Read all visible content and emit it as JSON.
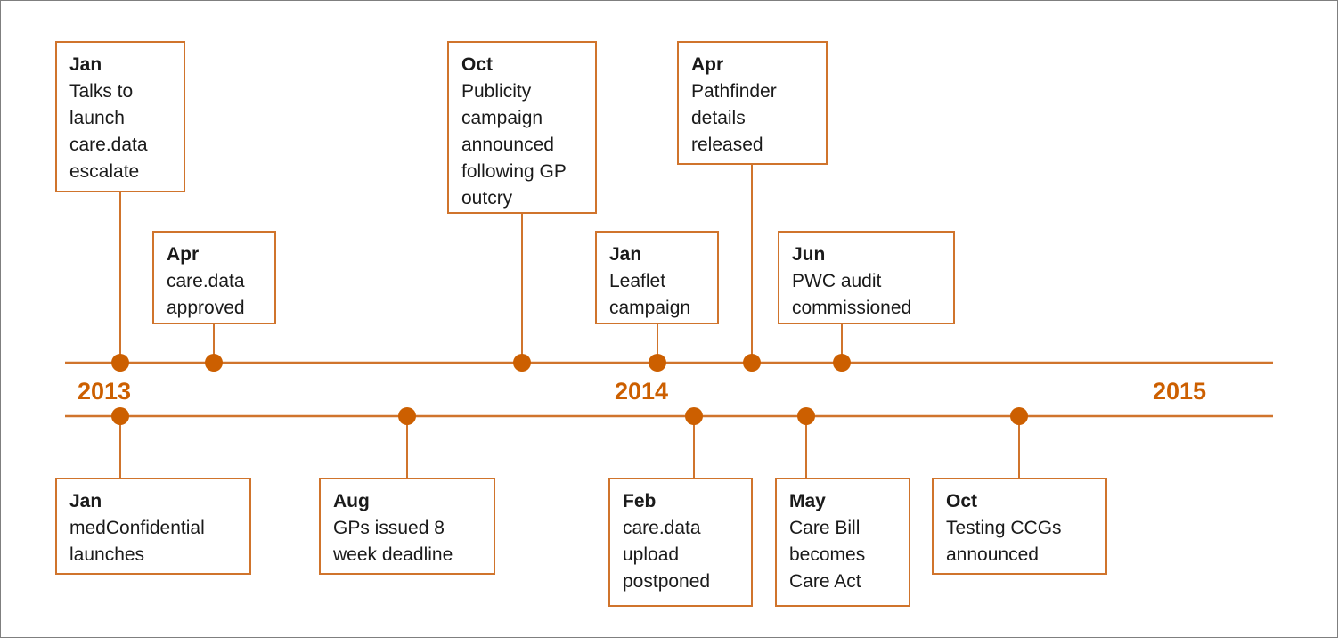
{
  "colors": {
    "accent": "#cc5f00",
    "line": "#d0742c",
    "box_border": "#d0742c",
    "text": "#1a1a1a"
  },
  "years": [
    "2013",
    "2014",
    "2015"
  ],
  "top_events": [
    {
      "month": "Jan",
      "text": "Talks to\nlaunch\ncare.data\nescalate"
    },
    {
      "month": "Apr",
      "text": "care.data\napproved"
    },
    {
      "month": "Oct",
      "text": "Publicity\ncampaign\nannounced\nfollowing GP\noutcry"
    },
    {
      "month": "Jan",
      "text": "Leaflet\ncampaign"
    },
    {
      "month": "Apr",
      "text": "Pathfinder\ndetails\nreleased"
    },
    {
      "month": "Jun",
      "text": "PWC audit\ncommissioned"
    }
  ],
  "bottom_events": [
    {
      "month": "Jan",
      "text": "medConfidential\nlaunches"
    },
    {
      "month": "Aug",
      "text": "GPs issued 8\nweek deadline"
    },
    {
      "month": "Feb",
      "text": "care.data\nupload\npostponed"
    },
    {
      "month": "May",
      "text": "Care Bill\nbecomes\nCare Act"
    },
    {
      "month": "Oct",
      "text": "Testing CCGs\nannounced"
    }
  ]
}
